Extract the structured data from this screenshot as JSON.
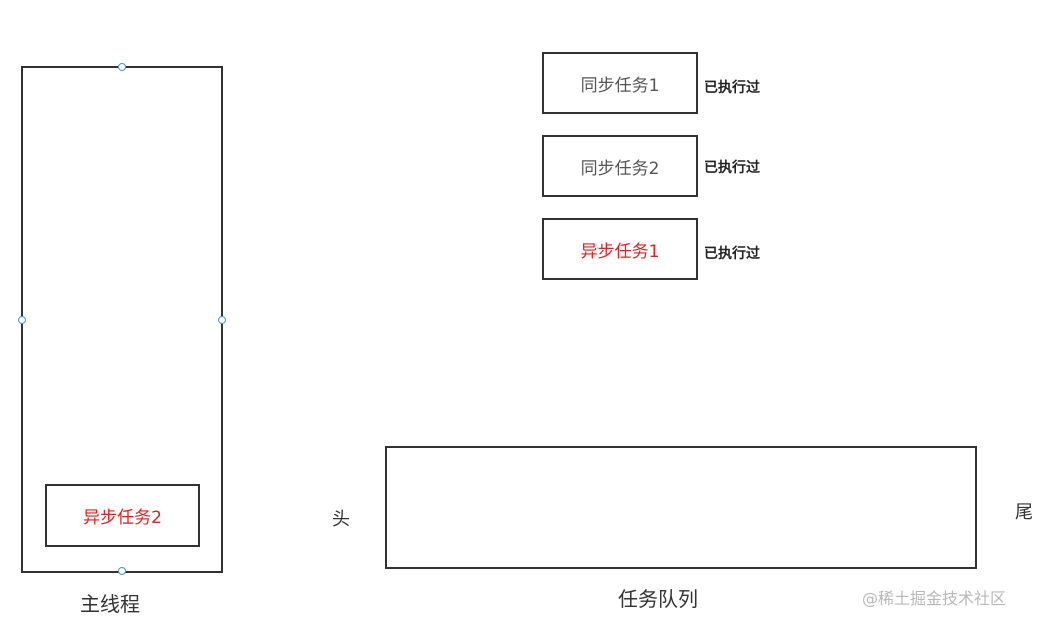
{
  "main_thread": {
    "label": "主线程",
    "task": {
      "label": "异步任务2",
      "color": "#e02020"
    }
  },
  "sync_tasks": [
    {
      "label": "同步任务1",
      "color": "#555555",
      "note": "已执行过"
    },
    {
      "label": "同步任务2",
      "color": "#555555",
      "note": "已执行过"
    },
    {
      "label": "异步任务1",
      "color": "#e02020",
      "note": "已执行过"
    }
  ],
  "queue": {
    "label": "任务队列",
    "head_label": "头",
    "tail_label": "尾"
  },
  "watermark": "@稀土掘金技术社区",
  "colors": {
    "stroke": "#333333",
    "async_text": "#e02020",
    "sync_text": "#555555",
    "handle": "#4a90d9"
  }
}
